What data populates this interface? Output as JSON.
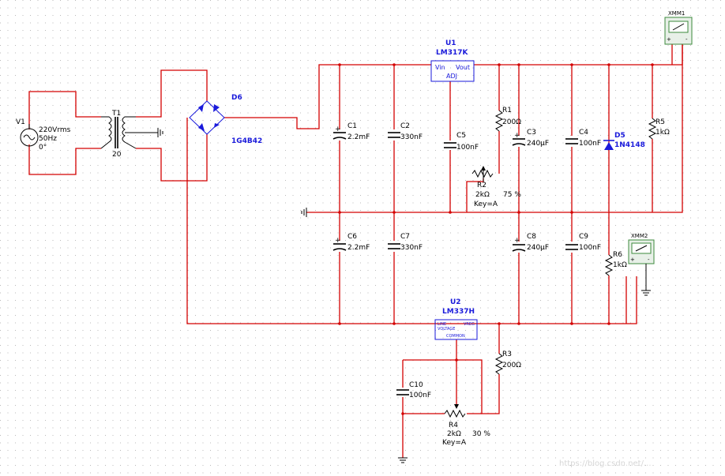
{
  "components": {
    "v1": {
      "ref": "V1",
      "line1": "220Vrms",
      "line2": "50Hz",
      "line3": "0°"
    },
    "t1": {
      "ref": "T1",
      "ratio": "20"
    },
    "d6": {
      "ref": "D6",
      "part": "1G4B42"
    },
    "u1": {
      "ref": "U1",
      "part": "LM317K",
      "pin_vin": "Vin",
      "pin_vout": "Vout",
      "pin_adj": "ADJ"
    },
    "u2": {
      "ref": "U2",
      "part": "LM337H",
      "pin_line": "LINE",
      "pin_voltage": "VOLTAGE",
      "pin_vreg": "VREG",
      "pin_common": "COMMON"
    },
    "c1": {
      "ref": "C1",
      "value": "2.2mF"
    },
    "c2": {
      "ref": "C2",
      "value": "330nF"
    },
    "c3": {
      "ref": "C3",
      "value": "240µF"
    },
    "c4": {
      "ref": "C4",
      "value": "100nF"
    },
    "c5": {
      "ref": "C5",
      "value": "100nF"
    },
    "c6": {
      "ref": "C6",
      "value": "2.2mF"
    },
    "c7": {
      "ref": "C7",
      "value": "330nF"
    },
    "c8": {
      "ref": "C8",
      "value": "240µF"
    },
    "c9": {
      "ref": "C9",
      "value": "100nF"
    },
    "c10": {
      "ref": "C10",
      "value": "100nF"
    },
    "r1": {
      "ref": "R1",
      "value": "200Ω"
    },
    "r2": {
      "ref": "R2",
      "value": "2kΩ",
      "percent": "75 %",
      "key": "Key=A"
    },
    "r3": {
      "ref": "R3",
      "value": "200Ω"
    },
    "r4": {
      "ref": "R4",
      "value": "2kΩ",
      "percent": "30 %",
      "key": "Key=A"
    },
    "r5": {
      "ref": "R5",
      "value": "1kΩ"
    },
    "r6": {
      "ref": "R6",
      "value": "1kΩ"
    },
    "d5": {
      "ref": "D5",
      "part": "1N4148"
    },
    "xmm1": {
      "ref": "XMM1"
    },
    "xmm2": {
      "ref": "XMM2"
    }
  },
  "watermark": "https://blog.csdn.net/...",
  "colors": {
    "wire": "#d40000",
    "ic": "#1a1adb",
    "meter": "#3c8a3c",
    "grid": "#b8b8b8"
  }
}
